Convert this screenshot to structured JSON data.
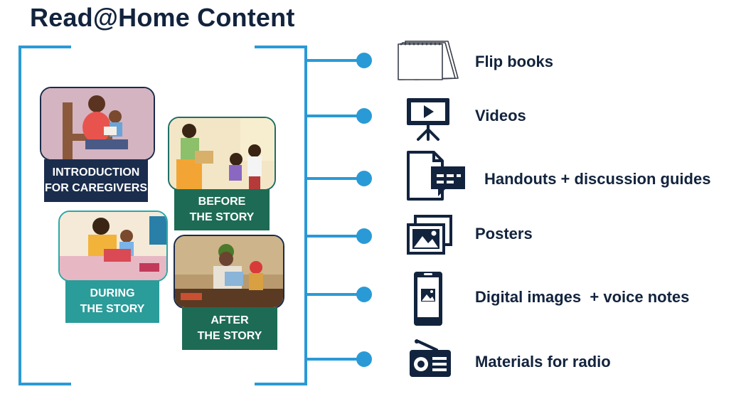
{
  "title": "Read@Home Content",
  "colors": {
    "accent": "#2a9ad6",
    "navy": "#1b2d4d",
    "green": "#1e6b55",
    "aqua": "#2a9c9a"
  },
  "cards": [
    {
      "line1": "INTRODUCTION",
      "line2": "FOR CAREGIVERS"
    },
    {
      "line1": "BEFORE",
      "line2": "THE STORY"
    },
    {
      "line1": "DURING",
      "line2": "THE STORY"
    },
    {
      "line1": "AFTER",
      "line2": "THE STORY"
    }
  ],
  "items": [
    {
      "label": "Flip books",
      "icon": "flip-book-icon"
    },
    {
      "label": "Videos",
      "icon": "video-projector-icon"
    },
    {
      "label": "Handouts + discussion guides",
      "icon": "handout-chat-icon"
    },
    {
      "label": "Posters",
      "icon": "poster-images-icon"
    },
    {
      "label": "Digital images  + voice notes",
      "icon": "smartphone-image-icon"
    },
    {
      "label": "Materials for radio",
      "icon": "radio-icon"
    }
  ]
}
